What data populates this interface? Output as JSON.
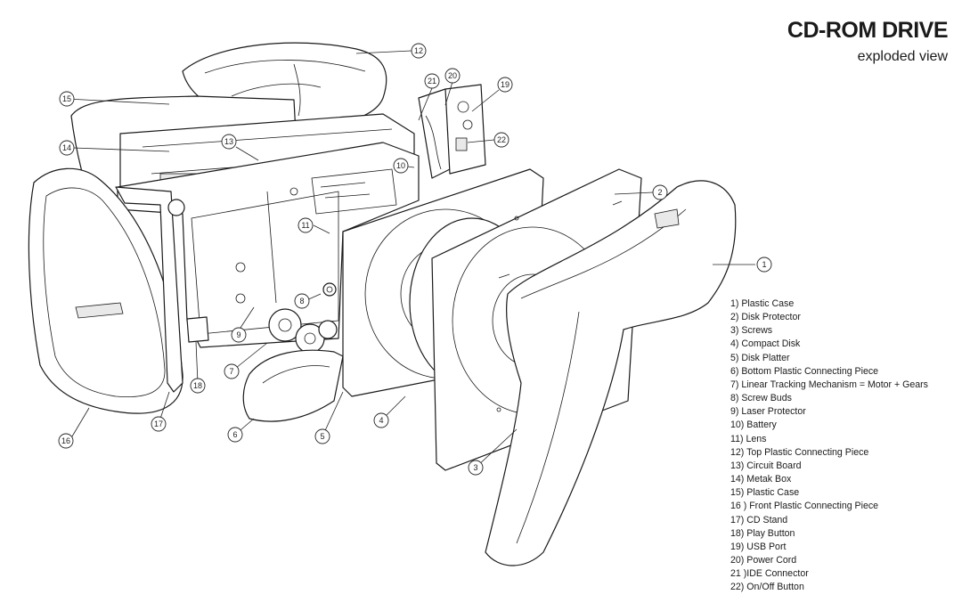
{
  "title": "CD-ROM DRIVE",
  "subtitle": "exploded view",
  "legend": [
    "1) Plastic Case",
    "2) Disk Protector",
    "3) Screws",
    "4) Compact Disk",
    "5) Disk Platter",
    "6) Bottom Plastic Connecting Piece",
    "7) Linear Tracking Mechanism = Motor + Gears",
    "8) Screw Buds",
    "9) Laser Protector",
    "10) Battery",
    "11) Lens",
    "12) Top Plastic Connecting Piece",
    "13) Circuit Board",
    "14) Metak Box",
    "15) Plastic Case",
    "16 ) Front Plastic Connecting Piece",
    "17) CD Stand",
    "18) Play Button",
    "19) USB Port",
    "20) Power Cord",
    "21 )IDE Connector",
    "22) On/Off Button"
  ],
  "callouts": [
    "1",
    "2",
    "3",
    "4",
    "5",
    "6",
    "7",
    "8",
    "9",
    "10",
    "11",
    "12",
    "13",
    "14",
    "15",
    "16",
    "17",
    "18",
    "19",
    "20",
    "21",
    "22"
  ]
}
